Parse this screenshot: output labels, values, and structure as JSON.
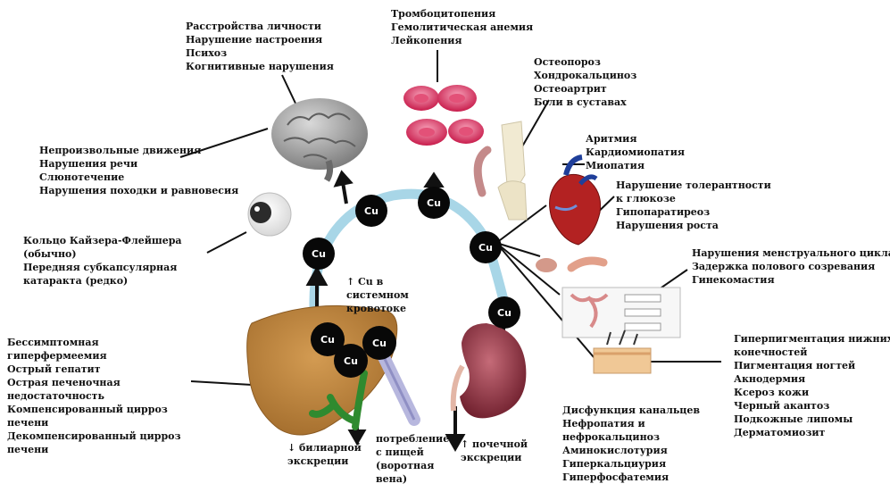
{
  "cu_label": "Cu",
  "groups": {
    "brain": [
      "Расстройства личности",
      "Нарушение настроения",
      "Психоз",
      "Когнитивные нарушения"
    ],
    "blood": [
      "Тромбоцитопения",
      "Гемолитическая анемия",
      "Лейкопения"
    ],
    "bones": [
      "Остеопороз",
      "Хондрокальциноз",
      "Остеоартрит",
      "Боли в суставах"
    ],
    "heart": [
      "Аритмия",
      "Кардиомиопатия",
      "Миопатия"
    ],
    "endocrine": [
      "Нарушение толерантности",
      "к  глюкозе",
      "Гипопаратиреоз",
      "Нарушения роста"
    ],
    "reproductive": [
      "Нарушения менструального цикла",
      "Задержка полового созревания",
      "Гинекомастия"
    ],
    "skin": [
      "Гиперпигментация нижних",
      "конечностей",
      "Пигментация ногтей",
      "Акнодермия",
      "Ксероз кожи",
      "Черный акантоз",
      "Подкожные липомы",
      "Дерматомиозит"
    ],
    "neuro": [
      "Непроизвольные движения",
      "Нарушения речи",
      "Слюнотечение",
      "Нарушения походки и равновесия"
    ],
    "eye": [
      "Кольцо Кайзера-Флейшера",
      "(обычно)",
      "Передняя субкапсулярная",
      "катаракта (редко)"
    ],
    "liver": [
      "Бессимптомная",
      "гиперфермеемия",
      "Острый гепатит",
      "Острая печеночная",
      "недостаточность",
      "Компенсированный цирроз",
      "печени",
      "Декомпенсированный цирроз",
      "печени"
    ],
    "kidney": [
      "Дисфункция канальцев",
      "Нефропатия и",
      "нефрокальциноз",
      "Аминокислотурия",
      "Гиперкальциурия",
      "Гиперфосфатемия"
    ],
    "systemic": [
      "↑ Cu в",
      "системном",
      "кровотоке"
    ],
    "biliary": [
      "↓ билиарной",
      "экскреции"
    ],
    "intake": [
      "потребление",
      "с пищей",
      "(воротная",
      "вена)"
    ],
    "renal": [
      "↑ почечной",
      "экскреции"
    ]
  }
}
